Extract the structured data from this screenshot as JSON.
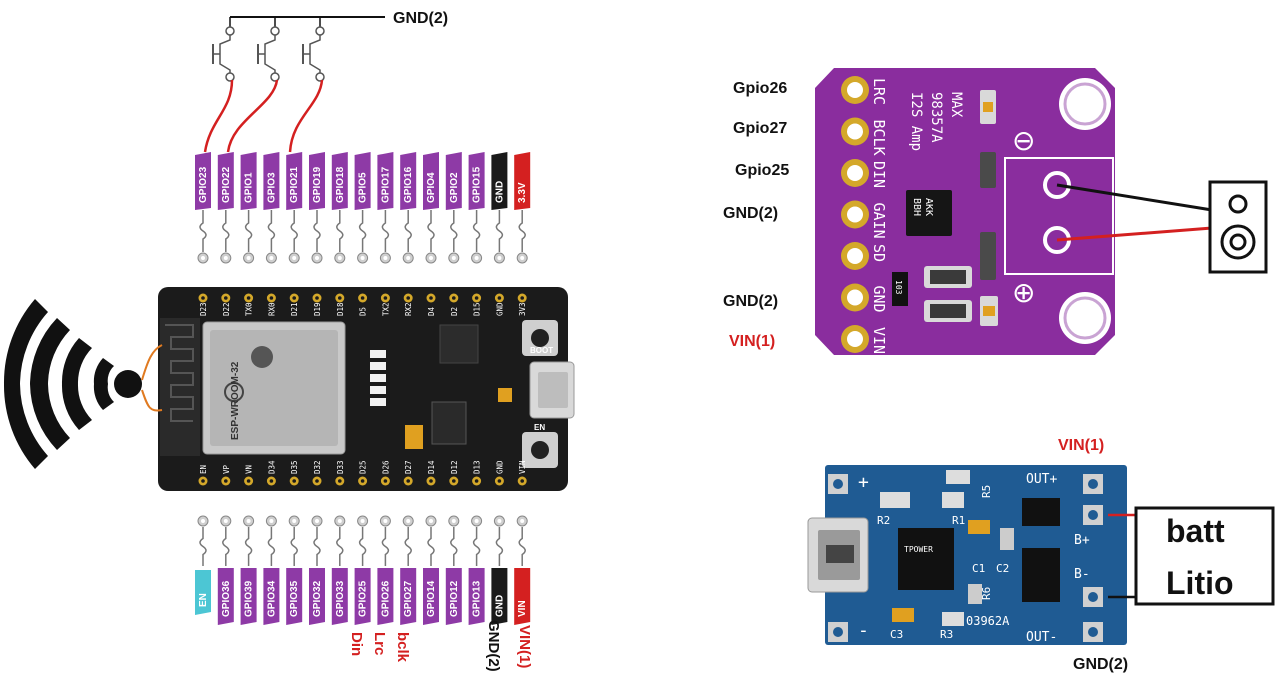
{
  "switch_bus_label": "GND(2)",
  "top_pins": [
    {
      "label": "GPIO23",
      "color": "#8e3aa6"
    },
    {
      "label": "GPIO22",
      "color": "#8e3aa6"
    },
    {
      "label": "GPIO1",
      "color": "#8e3aa6"
    },
    {
      "label": "GPIO3",
      "color": "#8e3aa6"
    },
    {
      "label": "GPIO21",
      "color": "#8e3aa6"
    },
    {
      "label": "GPIO19",
      "color": "#8e3aa6"
    },
    {
      "label": "GPIO18",
      "color": "#8e3aa6"
    },
    {
      "label": "GPIO5",
      "color": "#8e3aa6"
    },
    {
      "label": "GPIO17",
      "color": "#8e3aa6"
    },
    {
      "label": "GPIO16",
      "color": "#8e3aa6"
    },
    {
      "label": "GPIO4",
      "color": "#8e3aa6"
    },
    {
      "label": "GPIO2",
      "color": "#8e3aa6"
    },
    {
      "label": "GPIO15",
      "color": "#8e3aa6"
    },
    {
      "label": "GND",
      "color": "#1a1a1a"
    },
    {
      "label": "3.3V",
      "color": "#d42020"
    }
  ],
  "bottom_pins": [
    {
      "label": "EN",
      "color": "#4cc6d4"
    },
    {
      "label": "GPIO36",
      "color": "#8e3aa6"
    },
    {
      "label": "GPIO39",
      "color": "#8e3aa6"
    },
    {
      "label": "GPIO34",
      "color": "#8e3aa6"
    },
    {
      "label": "GPIO35",
      "color": "#8e3aa6"
    },
    {
      "label": "GPIO32",
      "color": "#8e3aa6"
    },
    {
      "label": "GPIO33",
      "color": "#8e3aa6"
    },
    {
      "label": "GPIO25",
      "color": "#8e3aa6"
    },
    {
      "label": "GPIO26",
      "color": "#8e3aa6"
    },
    {
      "label": "GPIO27",
      "color": "#8e3aa6"
    },
    {
      "label": "GPIO14",
      "color": "#8e3aa6"
    },
    {
      "label": "GPIO12",
      "color": "#8e3aa6"
    },
    {
      "label": "GPIO13",
      "color": "#8e3aa6"
    },
    {
      "label": "GND",
      "color": "#1a1a1a"
    },
    {
      "label": "VIN",
      "color": "#d42020"
    }
  ],
  "board_top_silk": [
    "D23",
    "D22",
    "TX0",
    "RX0",
    "D21",
    "D19",
    "D18",
    "D5",
    "TX2",
    "RX2",
    "D4",
    "D2",
    "D15",
    "GND",
    "3V3"
  ],
  "board_bottom_silk": [
    "EN",
    "VP",
    "VN",
    "D34",
    "D35",
    "D32",
    "D33",
    "D25",
    "D26",
    "D27",
    "D14",
    "D12",
    "D13",
    "GND",
    "VIN"
  ],
  "board_labels": {
    "module": "ESP-WROOM-32",
    "boot": "BOOT",
    "en": "EN"
  },
  "bottom_notes": [
    {
      "text": "Din",
      "color": "#d42020"
    },
    {
      "text": "Lrc",
      "color": "#d42020"
    },
    {
      "text": "bclk",
      "color": "#d42020"
    },
    {
      "text": "GND(2)",
      "color": "#111111"
    },
    {
      "text": "VIN(1)",
      "color": "#d42020"
    }
  ],
  "amp": {
    "labels": [
      {
        "text": "Gpio26",
        "color": "#111111"
      },
      {
        "text": "Gpio27",
        "color": "#111111"
      },
      {
        "text": "Gpio25",
        "color": "#111111"
      },
      {
        "text": "GND(2)",
        "color": "#111111"
      },
      {
        "text": "GND(2)",
        "color": "#111111"
      },
      {
        "text": "VIN(1)",
        "color": "#d42020"
      }
    ],
    "pin_silk": [
      "LRC",
      "BCLK",
      "DIN",
      "GAIN",
      "SD",
      "GND",
      "VIN"
    ],
    "title_lines": [
      "MAX",
      "98357A",
      "I2S Amp"
    ],
    "chip_text": [
      "AKK",
      "BBH"
    ],
    "resistor_text": "103",
    "minus_symbol": "⊖",
    "plus_symbol": "⊕"
  },
  "charger": {
    "vin_label": "VIN(1)",
    "gnd_label": "GND(2)",
    "battery_label_lines": [
      "batt",
      "Litio"
    ],
    "silk": {
      "out_plus": "OUT+",
      "out_minus": "OUT-",
      "b_plus": "B+",
      "b_minus": "B-",
      "plus": "+",
      "minus": "-",
      "r1": "R1",
      "r2": "R2",
      "r3": "R3",
      "r5": "R5",
      "r6": "R6",
      "c1": "C1",
      "c2": "C2",
      "c3": "C3",
      "code": "03962A",
      "chip": "TPOWER"
    }
  },
  "colors": {
    "gpio": "#8e3aa6",
    "gnd": "#1a1a1a",
    "power": "#d42020",
    "en": "#4cc6d4",
    "amp_board": "#8a2d9e",
    "charger_board": "#1f5b93",
    "esp_board": "#1b1b1b"
  }
}
